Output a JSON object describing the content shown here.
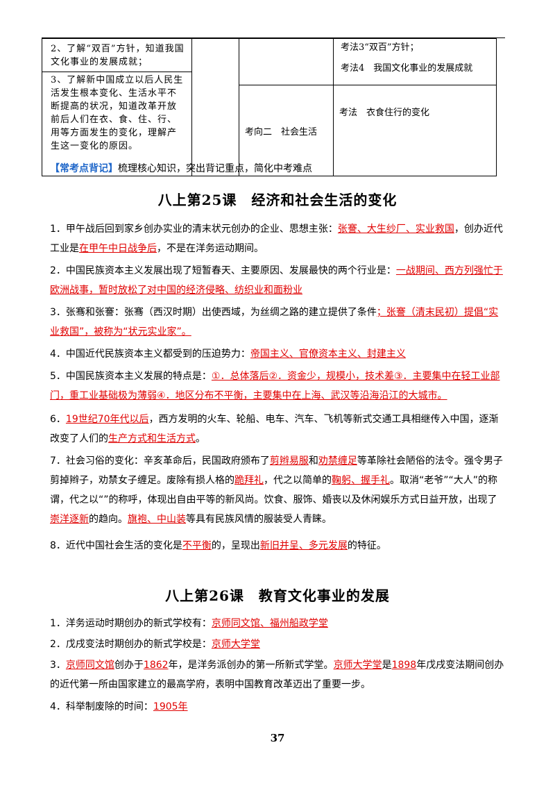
{
  "colors": {
    "answer": "#e00000",
    "tag": "#1e66c9"
  },
  "outline_table": {
    "left_items": [
      "2、了解“双百”方针，知道我国文化事业的发展成就；",
      "3、了解新中国成立以后人民生活发生根本变化、生活水平不断提高的状况，知道改革开放前后人们在衣、食、住、行、用等方面发生的变化，理解产生这一变化的原因。"
    ],
    "row1_points": [
      "考法3“双百”方针；",
      "考法4　我国文化事业的发展成就"
    ],
    "row2_direction": "考向二　社会生活",
    "row2_point": "考法　衣食住行的变化"
  },
  "banner": {
    "tag": "【常考点背记】",
    "text": "梳理核心知识，突出背记重点，简化中考难点"
  },
  "lesson25": {
    "title": "八上第25课　经济和社会生活的变化",
    "p1": [
      "1．甲午战后回到家乡创办实业的清末状元创办的企业、思想主张：",
      "张謇、大生纱厂、实业救国",
      "，创办近代工业是",
      "在甲午中日战争后",
      "，不是在洋务运动期间。"
    ],
    "p2": [
      "2．中国民族资本主义发展出现了短暂春天、主要原因、发展最快的两个行业是：",
      "一战期间、西方列强忙于欧洲战事，暂时放松了对中国的经济侵略、纺织业和面粉业"
    ],
    "p3": [
      "3．张骞和张謇：张骞（西汉时期）出使西域，为丝绸之路的建立提供了条件",
      "；张謇（清末民初）提倡“实业救国”，被称为“状元实业家”。"
    ],
    "p4": [
      "4．中国近代民族资本主义都受到的压迫势力：",
      "帝国主义、官僚资本主义、封建主义"
    ],
    "p5": [
      "5．中国民族资本主义发展的特点是：",
      "①．总体落后②．资金少，规模小，技术差③．主要集中在轻工业部门，重工业基础极为薄弱④．地区分布不平衡，主要集中在上海、武汉等沿海沿江的大城市。"
    ],
    "p6": [
      "6．",
      "19世纪70年代以后",
      "，西方发明的火车、轮船、电车、汽车、飞机等新式交通工具相继传入中国，逐渐改变了人们的",
      "生产方式和生活方式",
      "。"
    ],
    "p7": [
      "7．社会习俗的变化：辛亥革命后，民国政府颁布了",
      "剪辫易服",
      "和",
      "劝禁缠足",
      "等革除社会陋俗的法令。强令男子剪掉辫子，劝禁女子缠足。废除有损人格的",
      "跪拜礼",
      "，代之以简单的",
      "鞠躬、握手礼",
      "。取消“老爷”“大人”的称谓，代之以“”的称呼，体现出自由平等的新风尚。饮食、服饰、婚丧以及休闲娱乐方式日益开放，出现了",
      "崇洋逐新",
      "的趋向。",
      "旗袍、中山装",
      "等具有民族风情的服装受人青睐。"
    ],
    "p8": [
      "8．近代中国社会生活的变化是",
      "不平衡",
      "的，呈现出",
      "新旧并呈、多元发展",
      "的特征。"
    ]
  },
  "lesson26": {
    "title": "八上第26课　教育文化事业的发展",
    "p1": [
      "1．洋务运动时期创办的新式学校有：",
      "京师同文馆、福州船政学堂"
    ],
    "p2": [
      "2．戊戌变法时期创办的新式学校是：",
      "京师大学堂"
    ],
    "p3": [
      "3．",
      "京师同文馆",
      "创办于",
      "1862",
      "年，是洋务派创办的第一所新式学堂。",
      "京师大学堂",
      "是",
      "1898",
      "年戊戌变法期间创办的近代第一所由国家建立的最高学府，表明中国教育改革迈出了重要一步。"
    ],
    "p4": [
      "4．科举制废除的时间：",
      "1905年"
    ]
  },
  "page_number": "37"
}
